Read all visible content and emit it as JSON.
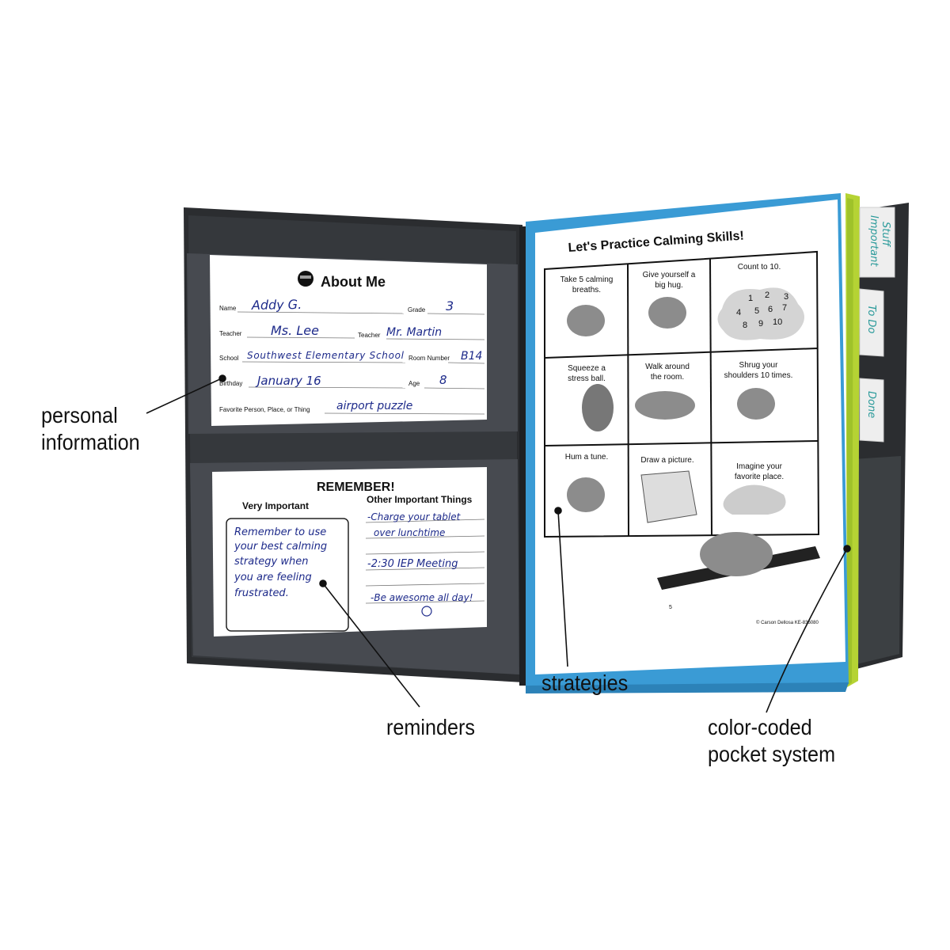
{
  "callouts": {
    "personal_information": [
      "personal",
      "information"
    ],
    "reminders": "reminders",
    "strategies": "strategies",
    "pocket_system": [
      "color-coded",
      "pocket system"
    ]
  },
  "about_me": {
    "title": "About Me",
    "fields": {
      "name_label": "Name",
      "name_value": "Addy G.",
      "grade_label": "Grade",
      "grade_value": "3",
      "teacher1_label": "Teacher",
      "teacher1_value": "Ms. Lee",
      "teacher2_label": "Teacher",
      "teacher2_value": "Mr. Martin",
      "school_label": "School",
      "school_value": "Southwest Elementary School",
      "room_label": "Room Number",
      "room_value": "B14",
      "birthday_label": "Birthday",
      "birthday_value": "January 16",
      "age_label": "Age",
      "age_value": "8",
      "favorite_label": "Favorite Person, Place, or Thing",
      "favorite_value": "airport puzzle"
    }
  },
  "remember": {
    "title": "REMEMBER!",
    "very_important_heading": "Very Important",
    "very_important_lines": [
      "Remember to use",
      "your best calming",
      "strategy when",
      "you are feeling",
      "frustrated."
    ],
    "other_heading": "Other Important Things",
    "other_lines": [
      "-Charge your tablet",
      "over lunchtime",
      "-2:30 IEP Meeting",
      "-Be awesome all day!"
    ]
  },
  "calming": {
    "title": "Let's Practice Calming Skills!",
    "cells": [
      [
        "Take 5 calming",
        "breaths."
      ],
      [
        "Give yourself a",
        "big hug."
      ],
      [
        "Count to 10."
      ],
      [
        "Squeeze a",
        "stress ball."
      ],
      [
        "Walk around",
        "the room."
      ],
      [
        "Shrug your",
        "shoulders 10 times."
      ],
      [
        "Hum a tune."
      ],
      [
        "Draw a picture."
      ],
      [
        "Imagine your",
        "favorite place."
      ]
    ],
    "cloud_numbers": [
      "1",
      "2",
      "3",
      "4",
      "5",
      "6",
      "7",
      "8",
      "9",
      "10"
    ],
    "page_number": "5",
    "copyright": "© Carson Dellosa KE-836080"
  },
  "tabs": {
    "tab1": [
      "Important",
      "Stuff"
    ],
    "tab2": "To Do",
    "tab3": "Done"
  },
  "colors": {
    "folder": "#2b2d30",
    "blue_pocket": "#3a9bd5",
    "green_pocket": "#b5d334",
    "ink": "#1d2a8a",
    "tab_ink": "#2a9a9a"
  }
}
